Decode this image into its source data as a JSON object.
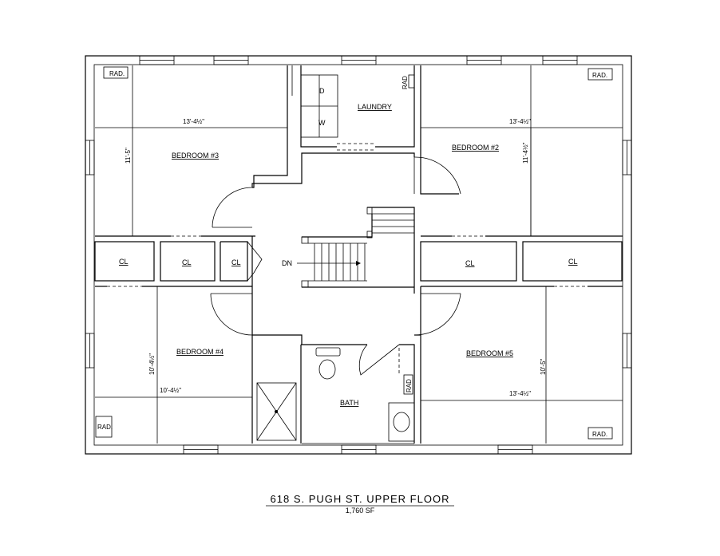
{
  "plan": {
    "title": "618 S. PUGH ST. UPPER FLOOR",
    "area": "1,760 SF",
    "rooms": {
      "bedroom3": "BEDROOM #3",
      "bedroom2": "BEDROOM #2",
      "bedroom4": "BEDROOM #4",
      "bedroom5": "BEDROOM #5",
      "laundry": "LAUNDRY",
      "bath": "BATH"
    },
    "closets": [
      "CL",
      "CL",
      "CL",
      "CL",
      "CL"
    ],
    "appliances": {
      "dryer": "D",
      "washer": "W"
    },
    "stair_label": "DN",
    "radiators": [
      "RAD.",
      "RAD.",
      "RAD.",
      "RAD.",
      "RAD",
      "RAD"
    ],
    "dimensions": {
      "bed3_width": "13'-4½\"",
      "bed3_depth": "11'-5\"",
      "bed2_width": "13'-4½\"",
      "bed2_depth": "11'-4½\"",
      "bed4_width": "10'-4½\"",
      "bed4_depth": "10'-4½\"",
      "bed5_width": "13'-4½\"",
      "bed5_depth": "10'-5\""
    }
  }
}
